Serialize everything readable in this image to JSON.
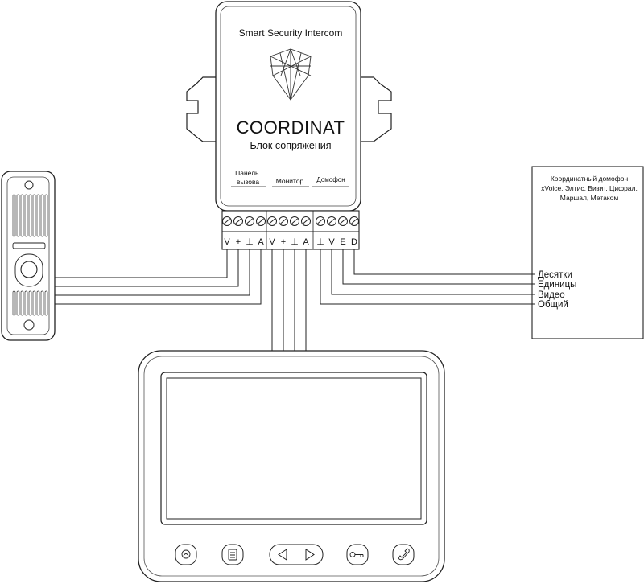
{
  "interface_unit": {
    "header": "Smart Security Intercom",
    "brand": "COORDINAT",
    "subtitle": "Блок сопряжения",
    "sections": {
      "panel": [
        "Панель",
        "вызова"
      ],
      "monitor": "Монитор",
      "intercom": "Домофон"
    },
    "terminals": [
      "V",
      "+",
      "⊥",
      "A",
      "V",
      "+",
      "⊥",
      "A",
      "⊥",
      "V",
      "E",
      "D"
    ]
  },
  "coordinate_intercom": {
    "title_lines": [
      "Координатный домофон",
      "xVoice, Элтис, Визит, Цифрал,",
      "Маршал, Метаком"
    ],
    "wires": [
      "Десятки",
      "Единицы",
      "Видео",
      "Общий"
    ]
  },
  "monitor": {
    "buttons": [
      {
        "icon": "intercom-icon"
      },
      {
        "icon": "menu-icon"
      },
      {
        "icon": "navigation-arrows-icon"
      },
      {
        "icon": "key-icon"
      },
      {
        "icon": "phone-icon"
      }
    ]
  }
}
